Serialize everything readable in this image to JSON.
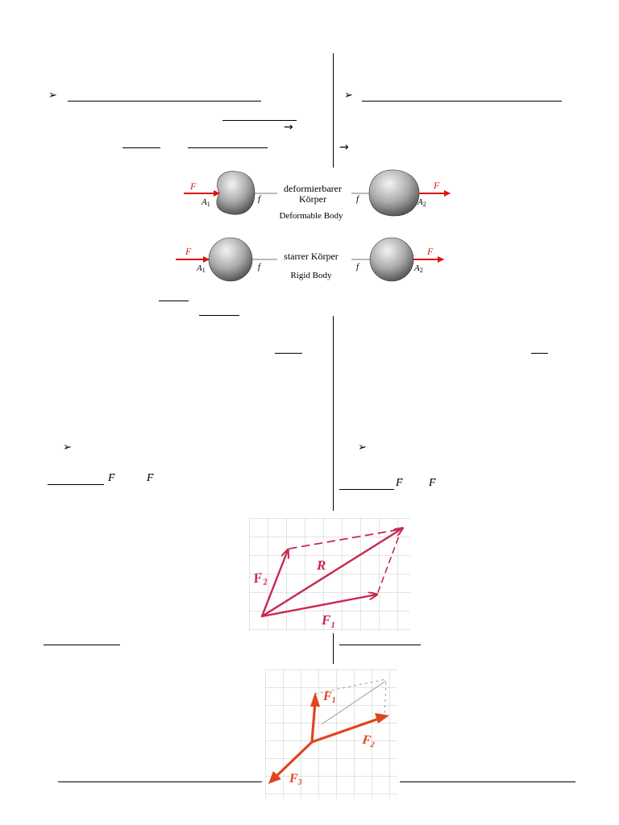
{
  "bullets": {
    "symbol": "➢",
    "arrow": "→"
  },
  "figure_bodies": {
    "deformable": {
      "label_de_line1": "deformierbarer",
      "label_de_line2": "Körper",
      "label_en": "Deformable Body",
      "force_left": "F",
      "force_right": "F",
      "point_left": "A",
      "point_left_sub": "1",
      "point_right": "A",
      "point_right_sub": "2",
      "line_left": "f",
      "line_right": "f"
    },
    "rigid": {
      "label_de": "starrer Körper",
      "label_en": "Rigid Body",
      "force_left": "F",
      "force_right": "F",
      "point_left": "A",
      "point_left_sub": "1",
      "point_right": "A",
      "point_right_sub": "2",
      "line_left": "f",
      "line_right": "f"
    }
  },
  "vectors": {
    "left_a": "F",
    "left_b": "F",
    "right_a": "F",
    "right_b": "F"
  },
  "parallelogram_sketch": {
    "label_r": "R",
    "label_f1": "F",
    "label_f1_sub": "1",
    "label_f2": "F",
    "label_f2_sub": "2",
    "color": "#c8284e"
  },
  "concurrent_sketch": {
    "label_f1": "F",
    "label_f1_sub": "1",
    "label_f2": "F",
    "label_f2_sub": "2",
    "label_f3": "F",
    "label_f3_sub": "3",
    "color": "#e0451f"
  },
  "colors": {
    "force_arrow": "#e01010",
    "grid": "#c9c9c9"
  }
}
